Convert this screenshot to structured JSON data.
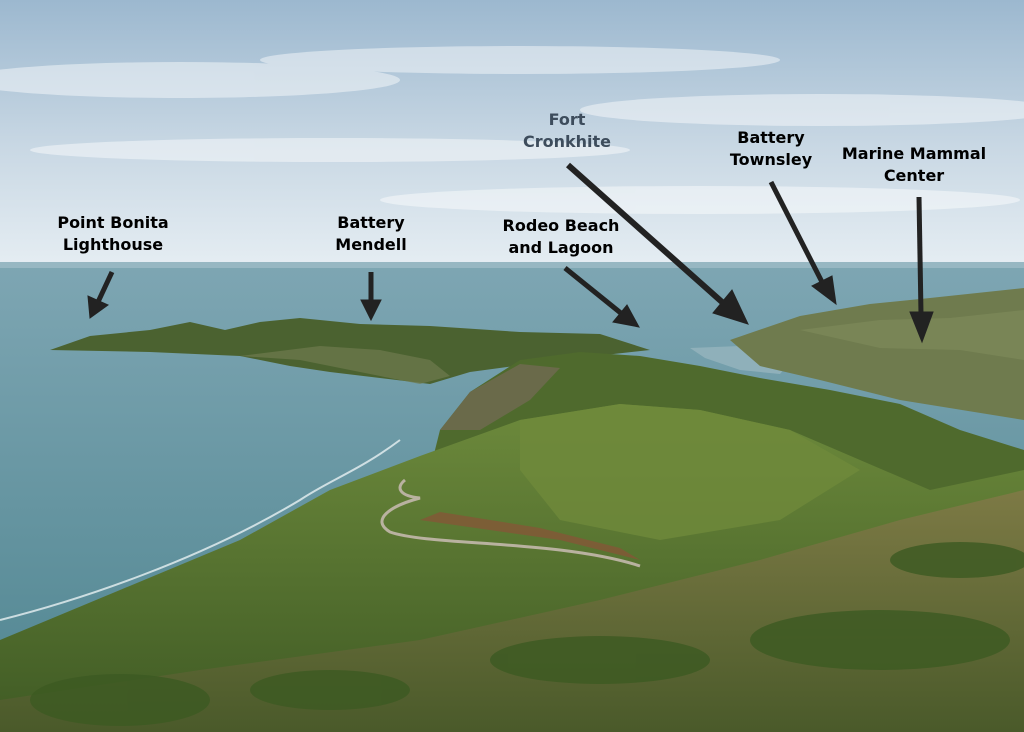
{
  "photo": {
    "subject": "Marin Headlands coastline photo"
  },
  "annotations": [
    {
      "id": "point-bonita",
      "lines": [
        "Point Bonita",
        "Lighthouse"
      ],
      "color": "#111111"
    },
    {
      "id": "battery-mendell",
      "lines": [
        "Battery",
        "Mendell"
      ],
      "color": "#111111"
    },
    {
      "id": "rodeo-beach",
      "lines": [
        "Rodeo Beach",
        "and Lagoon"
      ],
      "color": "#111111"
    },
    {
      "id": "fort-cronkhite",
      "lines": [
        "Fort",
        "Cronkhite"
      ],
      "color": "#3d4c5c"
    },
    {
      "id": "battery-townsley",
      "lines": [
        "Battery",
        "Townsley"
      ],
      "color": "#111111"
    },
    {
      "id": "marine-mammal-center",
      "lines": [
        "Marine Mammal",
        "Center"
      ],
      "color": "#111111"
    }
  ],
  "colors": {
    "arrow": "#222222",
    "sky_top": "#a7c0d3",
    "sky_horizon": "#e4ecf1",
    "ocean": "#5f8e98",
    "hills": "#5b7a35",
    "dry_grass": "#8a7a4e"
  }
}
